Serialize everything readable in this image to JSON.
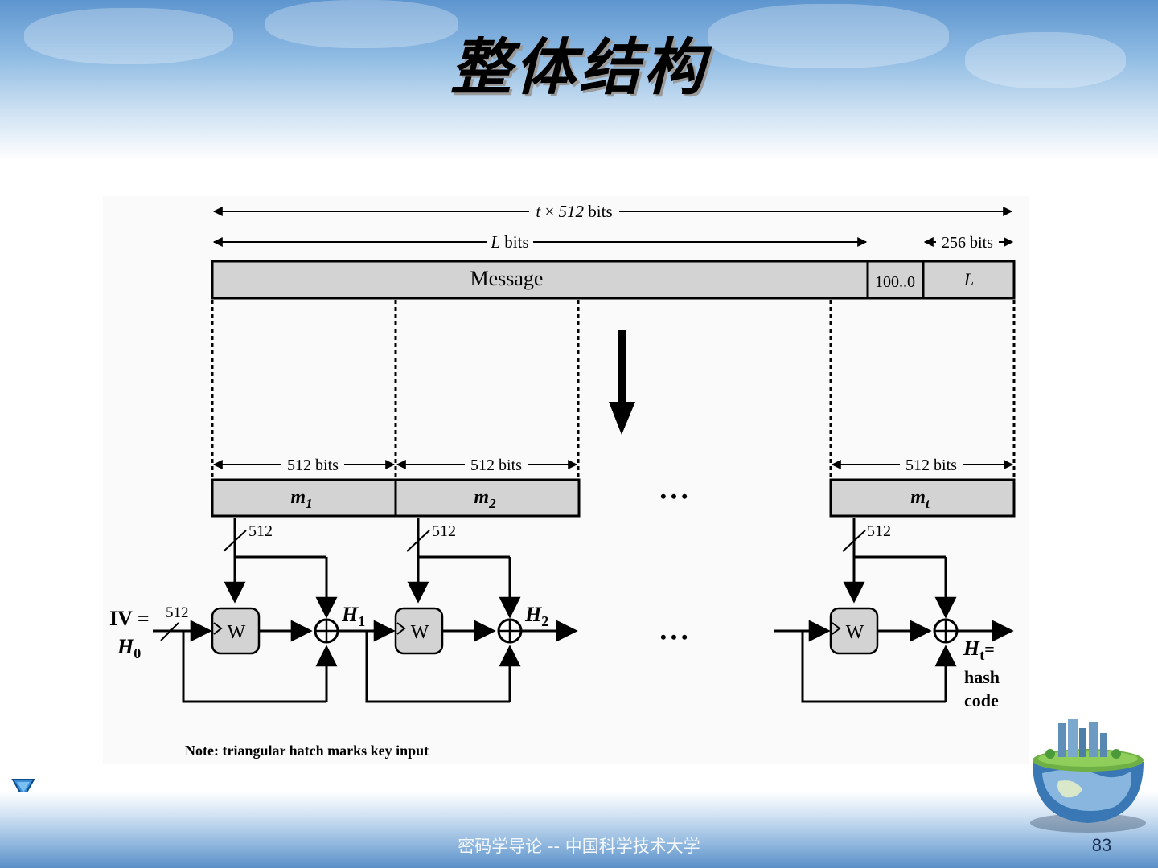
{
  "slide": {
    "title": "整体结构",
    "footer": "密码学导论 -- 中国科学技术大学",
    "page_number": "83"
  },
  "diagram": {
    "total_label_t": "t",
    "total_label_times": "×",
    "total_label_512": "512",
    "total_label_bits": "bits",
    "length_label_L": "L",
    "length_label_bits": "bits",
    "pad_length_label": "256 bits",
    "message_label": "Message",
    "padding_label": "100..0",
    "length_field_label": "L",
    "block_width_label": "512 bits",
    "blocks": [
      {
        "name": "m",
        "sub": "1"
      },
      {
        "name": "m",
        "sub": "2"
      },
      {
        "name": "m",
        "sub": "t"
      }
    ],
    "hatch_label": "512",
    "w_label": "W",
    "iv_line1": "IV =",
    "iv_H": "H",
    "iv_sub": "0",
    "h_outputs": [
      {
        "name": "H",
        "sub": "1"
      },
      {
        "name": "H",
        "sub": "2"
      }
    ],
    "final_H": "H",
    "final_sub": "t",
    "final_eq": "=",
    "hash_line1": "hash",
    "hash_line2": "code",
    "ellipsis": "• • •",
    "note": "Note: triangular hatch marks key input"
  }
}
